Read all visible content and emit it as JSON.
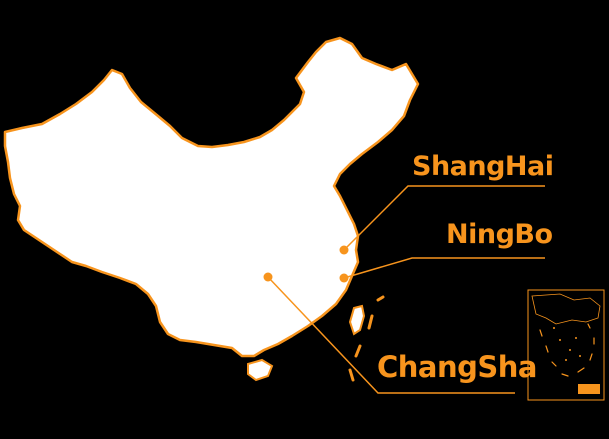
{
  "map": {
    "colors": {
      "background": "#000000",
      "land": "#ffffff",
      "border": "#f7941d",
      "accent": "#f7941d"
    }
  },
  "cities": [
    {
      "key": "shanghai",
      "label": "ShangHai"
    },
    {
      "key": "ningbo",
      "label": "NingBo"
    },
    {
      "key": "changsha",
      "label": "ChangSha"
    }
  ],
  "inset": {
    "name": "south-china-sea-islands-inset"
  }
}
